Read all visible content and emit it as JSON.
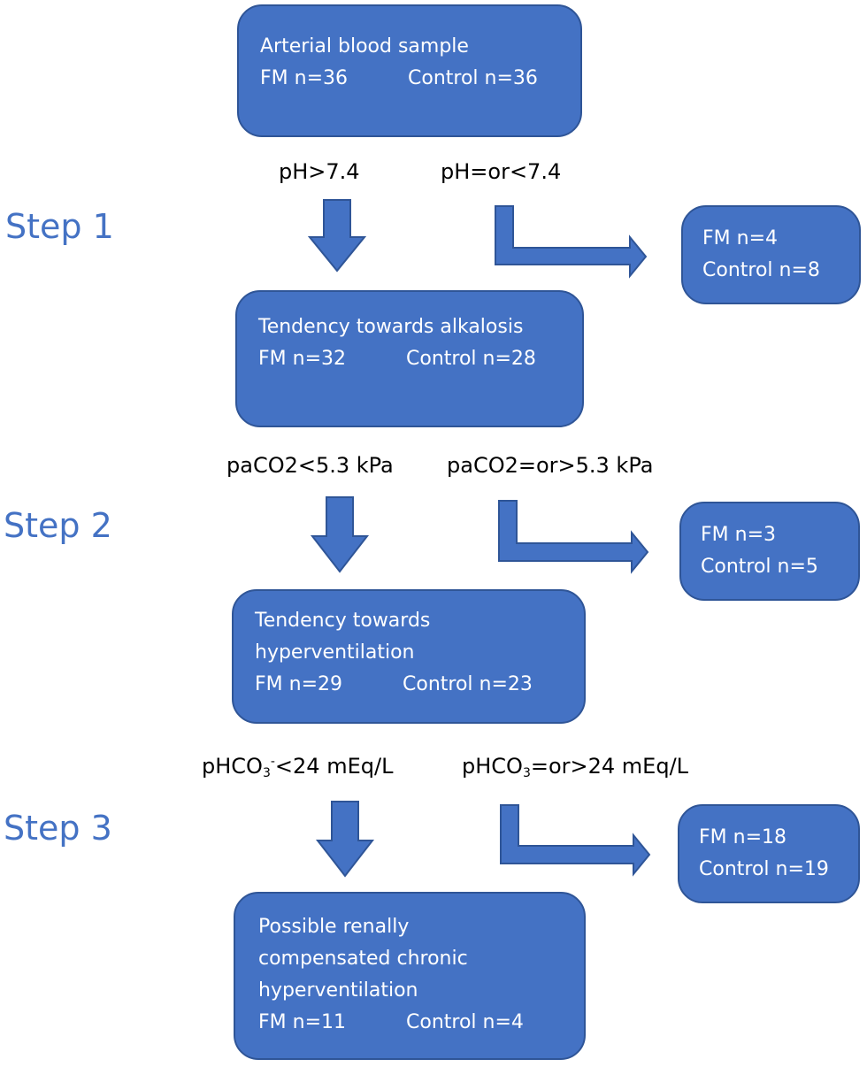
{
  "colors": {
    "box": "#4472c4",
    "border": "#2f5597",
    "step_text": "#4472c4"
  },
  "start": {
    "title": "Arterial blood sample",
    "fm": "FM n=36",
    "control": "Control n=36"
  },
  "steps": [
    {
      "label": "Step 1",
      "cond_yes": "pH>7.4",
      "cond_no": "pH=or<7.4",
      "excluded": {
        "fm": "FM n=4",
        "control": "Control n=8"
      },
      "result": {
        "title_lines": [
          "Tendency towards alkalosis"
        ],
        "fm": "FM n=32",
        "control": "Control n=28"
      }
    },
    {
      "label": "Step 2",
      "cond_yes": "paCO2<5.3 kPa",
      "cond_no": "paCO2=or>5.3 kPa",
      "excluded": {
        "fm": "FM n=3",
        "control": "Control n=5"
      },
      "result": {
        "title_lines": [
          "Tendency towards",
          "hyperventilation"
        ],
        "fm": "FM n=29",
        "control": "Control n=23"
      }
    },
    {
      "label": "Step 3",
      "cond_yes_parts": {
        "pre": "pHCO",
        "sub": "3",
        "sup": "-",
        "post": "<24 mEq/L"
      },
      "cond_no_parts": {
        "pre": "pHCO",
        "sub": "3",
        "post": "=or>24 mEq/L"
      },
      "excluded": {
        "fm": "FM n=18",
        "control": "Control n=19"
      },
      "result": {
        "title_lines": [
          "Possible renally",
          "compensated chronic",
          "hyperventilation"
        ],
        "fm": "FM n=11",
        "control": "Control n=4"
      }
    }
  ]
}
